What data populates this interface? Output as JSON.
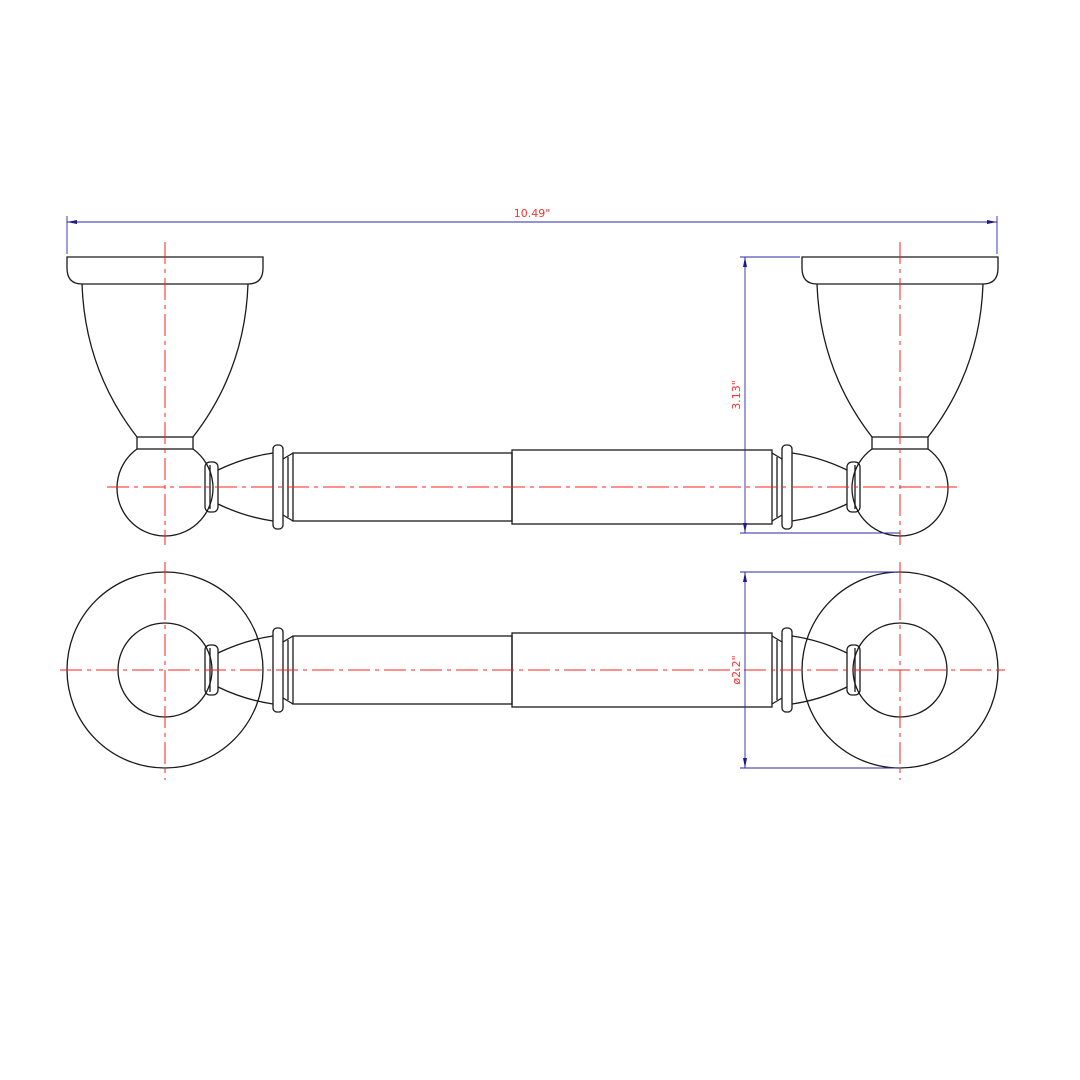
{
  "drawing": {
    "dimensions": {
      "overall_width": "10.49\"",
      "height": "3.13\"",
      "diameter": "ø2.2\""
    },
    "colors": {
      "outline": "#1a1a1a",
      "centerline": "#ff2020",
      "dimension_line": "#2a2aa8",
      "dimension_text": "#ff3030"
    }
  }
}
